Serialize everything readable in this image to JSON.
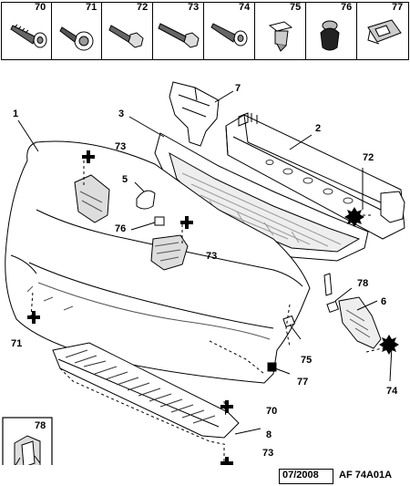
{
  "fasteners": [
    {
      "num": "70",
      "icon": "screw-icon"
    },
    {
      "num": "71",
      "icon": "flange-screw-icon"
    },
    {
      "num": "72",
      "icon": "hex-bolt-icon"
    },
    {
      "num": "73",
      "icon": "hex-bolt-icon"
    },
    {
      "num": "74",
      "icon": "screw-icon"
    },
    {
      "num": "75",
      "icon": "push-clip-icon"
    },
    {
      "num": "76",
      "icon": "rivet-clip-icon"
    },
    {
      "num": "77",
      "icon": "spring-clip-icon"
    }
  ],
  "callouts": {
    "c1": "1",
    "c2": "2",
    "c3": "3",
    "c5": "5",
    "c6": "6",
    "c7": "7",
    "c8": "8",
    "c70": "70",
    "c71": "71",
    "c72": "72",
    "c73a": "73",
    "c73b": "73",
    "c73c": "73",
    "c74": "74",
    "c75": "75",
    "c76": "76",
    "c77": "77",
    "c78": "78"
  },
  "inset": {
    "label": "78"
  },
  "footer": {
    "date": "07/2008",
    "ref": "AF 74A01A"
  }
}
